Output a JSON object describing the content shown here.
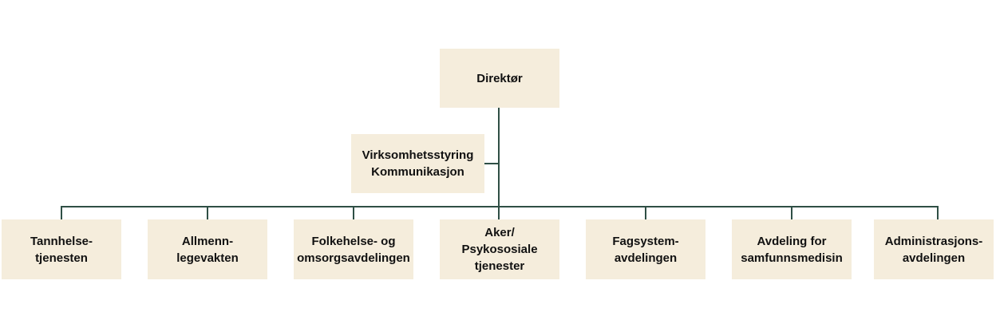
{
  "director": {
    "label": "Direktør"
  },
  "staff": {
    "lines": [
      "Virksomhetsstyring",
      "Kommunikasjon"
    ]
  },
  "departments": [
    {
      "lines": [
        "Tannhelse-",
        "tjenesten"
      ]
    },
    {
      "lines": [
        "Allmenn-",
        "legevakten"
      ]
    },
    {
      "lines": [
        "Folkehelse- og",
        "omsorgsavdelingen"
      ]
    },
    {
      "lines": [
        "Aker/",
        "Psykososiale",
        "tjenester"
      ]
    },
    {
      "lines": [
        "Fagsystem-",
        "avdelingen"
      ]
    },
    {
      "lines": [
        "Avdeling for",
        "samfunnsmedisin"
      ]
    },
    {
      "lines": [
        "Administrasjons-",
        "avdelingen"
      ]
    }
  ],
  "colors": {
    "box": "#f5eddc",
    "line": "#2f4f45",
    "text": "#111111"
  }
}
